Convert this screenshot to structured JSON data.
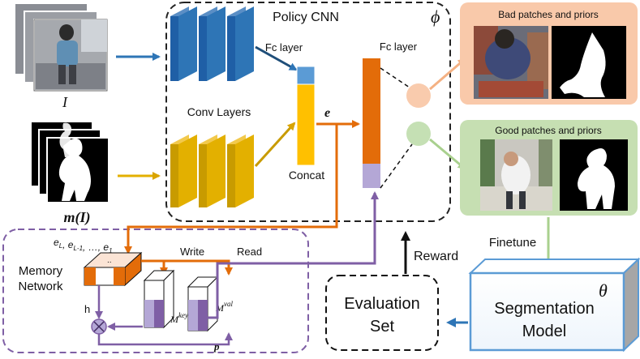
{
  "policy_cnn": {
    "title": "Policy CNN",
    "param_symbol": "ϕ",
    "fc_layer_left": "Fc layer",
    "fc_layer_right": "Fc layer",
    "conv_layers": "Conv Layers",
    "concat": "Concat",
    "embedding": "e"
  },
  "inputs": {
    "image_label": "I",
    "mask_label": "m(I)"
  },
  "outputs": {
    "bad_title": "Bad patches and priors",
    "good_title": "Good patches and priors"
  },
  "memory": {
    "title_line1": "Memory",
    "title_line2": "Network",
    "sequence": "e_L, e_{L-1}, …, e_1",
    "write": "Write",
    "read": "Read",
    "h": "h",
    "mkey": "M^key",
    "mval": "M^val",
    "p": "p"
  },
  "evaluation": {
    "line1": "Evaluation",
    "line2": "Set"
  },
  "segmentation": {
    "line1": "Segmentation",
    "line2": "Model",
    "param_symbol": "θ"
  },
  "edges": {
    "reward": "Reward",
    "finetune": "Finetune"
  },
  "colors": {
    "blue": "#2e75b6",
    "gold": "#e3b000",
    "orange": "#e36c09",
    "purple": "#7f5fa5",
    "peach": "#f9c9aa",
    "green": "#c6dfb2",
    "seg_blue": "#6ca6d9"
  }
}
